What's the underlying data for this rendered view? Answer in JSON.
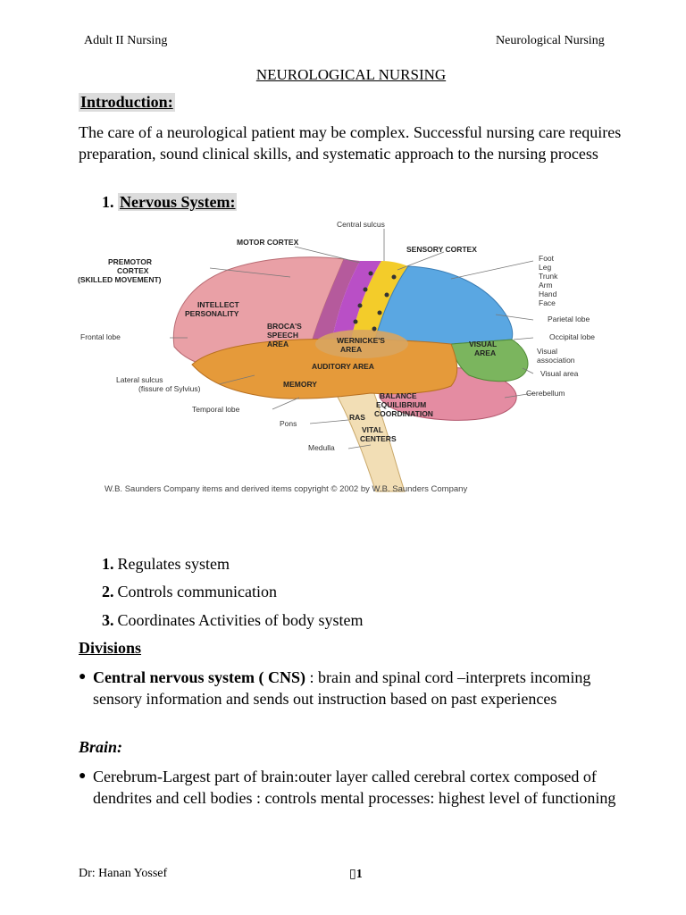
{
  "header": {
    "left": "Adult II Nursing",
    "right": "Neurological Nursing"
  },
  "title": "NEUROLOGICAL NURSING",
  "intro": {
    "heading": "Introduction:",
    "text": "The care of a neurological patient may be complex. Successful nursing care requires preparation, sound clinical skills, and systematic approach to the nursing process"
  },
  "nervous_system": {
    "number": "1.",
    "label": "Nervous System:"
  },
  "figure": {
    "labels": {
      "central_sulcus": "Central sulcus",
      "motor_cortex": "MOTOR CORTEX",
      "sensory_cortex": "SENSORY CORTEX",
      "premotor_1": "PREMOTOR",
      "premotor_2": "CORTEX",
      "premotor_3": "(SKILLED MOVEMENT)",
      "intellect_1": "INTELLECT",
      "intellect_2": "PERSONALITY",
      "frontal_lobe": "Frontal lobe",
      "broca_1": "BROCA'S",
      "broca_2": "SPEECH",
      "broca_3": "AREA",
      "wernicke_1": "WERNICKE'S",
      "wernicke_2": "AREA",
      "auditory": "AUDITORY AREA",
      "memory": "MEMORY",
      "visual_area_1": "VISUAL",
      "visual_area_2": "AREA",
      "lateral_sulcus_1": "Lateral sulcus",
      "lateral_sulcus_2": "(fissure of Sylvius)",
      "temporal_lobe": "Temporal lobe",
      "pons": "Pons",
      "ras": "RAS",
      "medulla": "Medulla",
      "vital_1": "VITAL",
      "vital_2": "CENTERS",
      "balance_1": "BALANCE",
      "balance_2": "EQUILIBRIUM",
      "balance_3": "COORDINATION",
      "foot": "Foot",
      "leg": "Leg",
      "trunk": "Trunk",
      "arm": "Arm",
      "hand": "Hand",
      "face": "Face",
      "parietal_lobe": "Parietal lobe",
      "occipital_lobe": "Occipital lobe",
      "visual_assoc_1": "Visual",
      "visual_assoc_2": "association",
      "visual_area_small": "Visual area",
      "cerebellum": "Cerebellum"
    },
    "copyright": "W.B. Saunders Company items and derived items copyright © 2002 by W.B. Saunders Company"
  },
  "functions": [
    {
      "number": "1.",
      "text": "Regulates system"
    },
    {
      "number": "2.",
      "text": "Controls communication"
    },
    {
      "number": "3.",
      "text": "Coordinates Activities of body system"
    }
  ],
  "divisions": {
    "heading": "Divisions",
    "cns_term": "Central nervous system ( CNS)",
    "cns_text": " : brain and spinal cord –interprets incoming sensory information and sends out instruction based on past experiences"
  },
  "brain": {
    "heading": "Brain:",
    "cerebrum_text": "Cerebrum-Largest part of brain:outer layer called cerebral cortex composed of dendrites and cell bodies : controls mental processes: highest level of functioning"
  },
  "footer": {
    "author": "Dr: Hanan Yossef",
    "page_mark": "▯",
    "page_number": "1"
  },
  "colors": {
    "frontal": "#e9a0a6",
    "premotor": "#b55a9c",
    "motor": "#b94fc6",
    "sensory": "#f3cc2a",
    "parietal": "#5aa7e2",
    "occipital": "#7bb55e",
    "temporal": "#e59a3a",
    "cerebellum": "#e48ca2",
    "brainstem": "#f2deb5",
    "heading_bg": "#dcdcdc"
  }
}
